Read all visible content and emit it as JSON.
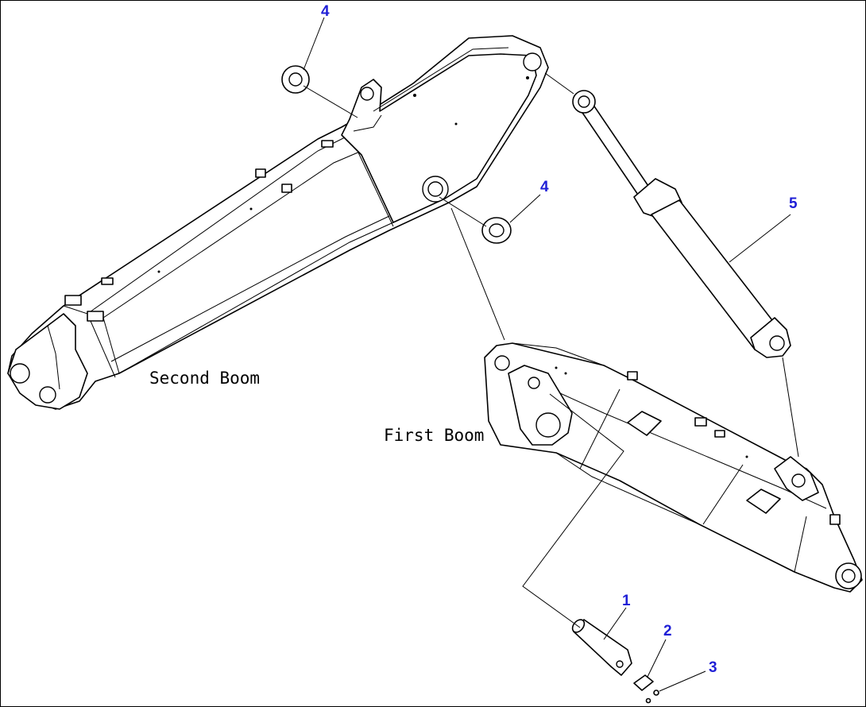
{
  "labels": {
    "second_boom": "Second Boom",
    "first_boom": "First Boom"
  },
  "callouts": {
    "pin": "1",
    "plate": "2",
    "bolt": "3",
    "shim_top": "4",
    "shim_mid": "4",
    "cylinder": "5"
  },
  "colors": {
    "callout": "#1f1fd6",
    "line": "#000000",
    "background": "#ffffff"
  }
}
